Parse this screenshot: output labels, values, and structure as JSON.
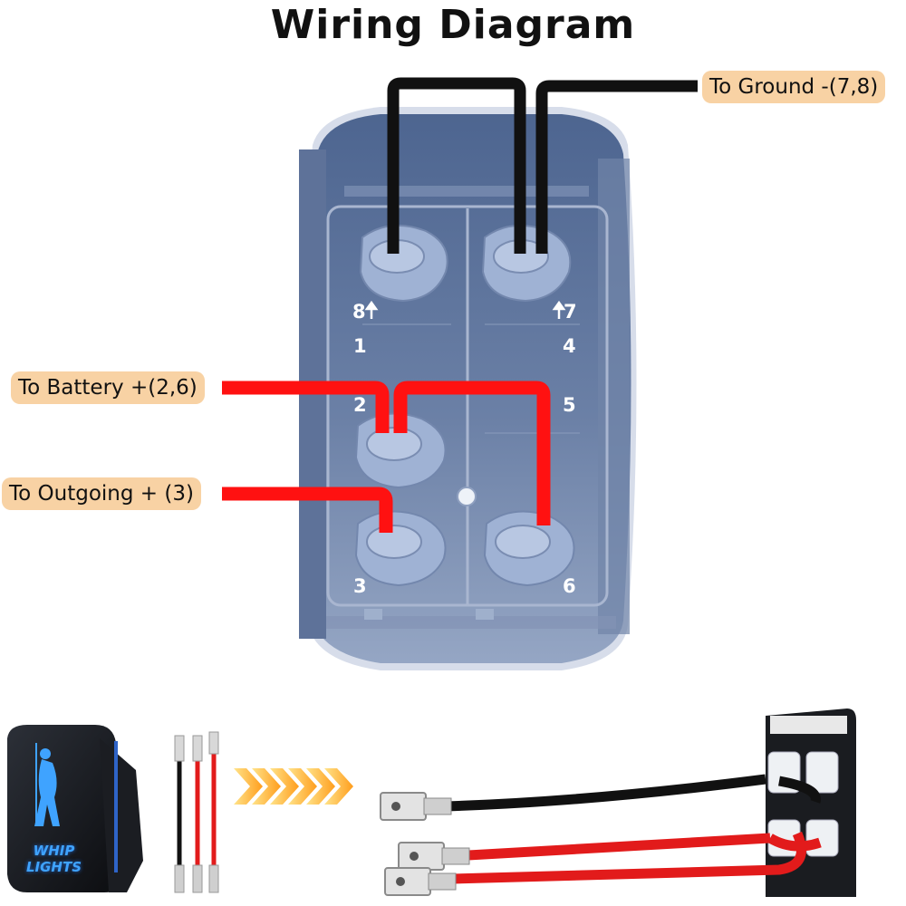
{
  "title": "Wiring Diagram",
  "labels": {
    "ground": "To Ground -(7,8)",
    "battery": "To Battery +(2,6)",
    "outgoing": "To Outgoing + (3)"
  },
  "pins": {
    "p8": "8",
    "p7": "7",
    "p1": "1",
    "p4": "4",
    "p2": "2",
    "p5": "5",
    "p3": "3",
    "p6": "6"
  },
  "switch_face_text": "WHIP LIGHTS",
  "colors": {
    "switch_body": "#5b7198",
    "ground_wire": "#111111",
    "power_wire": "#ff1111",
    "label_bg": "#f8d2a4",
    "arrows": "#ffb52e"
  },
  "icons": [
    "up-arrow-icon",
    "chevron-arrow-icon",
    "rocker-switch-image",
    "wire-harness-image",
    "female-spade-terminal-icon"
  ]
}
